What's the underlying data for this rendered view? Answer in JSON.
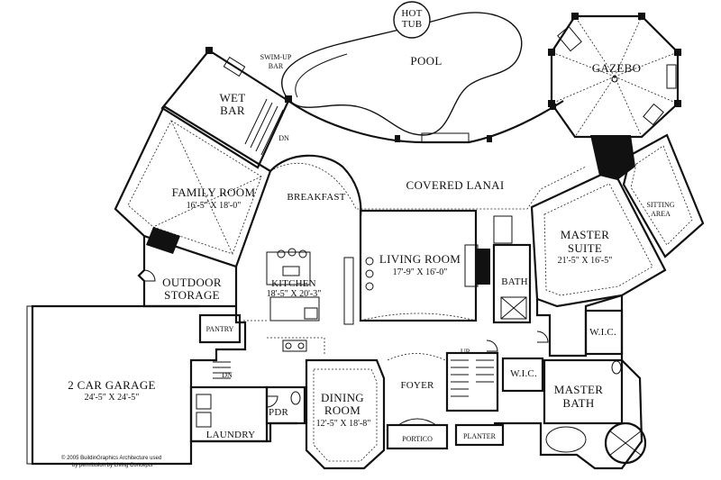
{
  "labels": {
    "hot_tub": [
      "HOT",
      "TUB"
    ],
    "pool": "POOL",
    "swim_up_bar": [
      "SWIM-UP",
      "BAR"
    ],
    "gazebo": "GAZEBO",
    "wet_bar": [
      "WET",
      "BAR"
    ],
    "dn_upper": "DN",
    "family_room": "FAMILY ROOM",
    "family_room_dim": "16'-5\" X 18'-0\"",
    "breakfast": "BREAKFAST",
    "covered_lanai": "COVERED LANAI",
    "sitting_area": [
      "SITTING",
      "AREA"
    ],
    "master_suite": [
      "MASTER",
      "SUITE"
    ],
    "master_suite_dim": "21'-5\" X 16'-5\"",
    "living_room": "LIVING ROOM",
    "living_room_dim": "17'-9\" X 16'-0\"",
    "kitchen": "KITCHEN",
    "kitchen_dim": "18'-5\" X 20'-3\"",
    "bath": "BATH",
    "outdoor_storage": [
      "OUTDOOR",
      "STORAGE"
    ],
    "pantry": "PANTRY",
    "wic_right": "W.I.C.",
    "up": "UP",
    "garage": "2 CAR GARAGE",
    "garage_dim": "24'-5\" X 24'-5\"",
    "dn_lower": "DN",
    "foyer": "FOYER",
    "wic_center": "W.I.C.",
    "master_bath": [
      "MASTER",
      "BATH"
    ],
    "dining_room": [
      "DINING",
      "ROOM"
    ],
    "dining_room_dim": "12'-5\" X 18'-8\"",
    "pdr": "PDR",
    "laundry": "LAUNDRY",
    "portico": "PORTICO",
    "planter": "PLANTER"
  },
  "credit": {
    "line1": "© 2005 BuildinGraphics Architecture used",
    "line2": "by permission by Living Concepts"
  }
}
